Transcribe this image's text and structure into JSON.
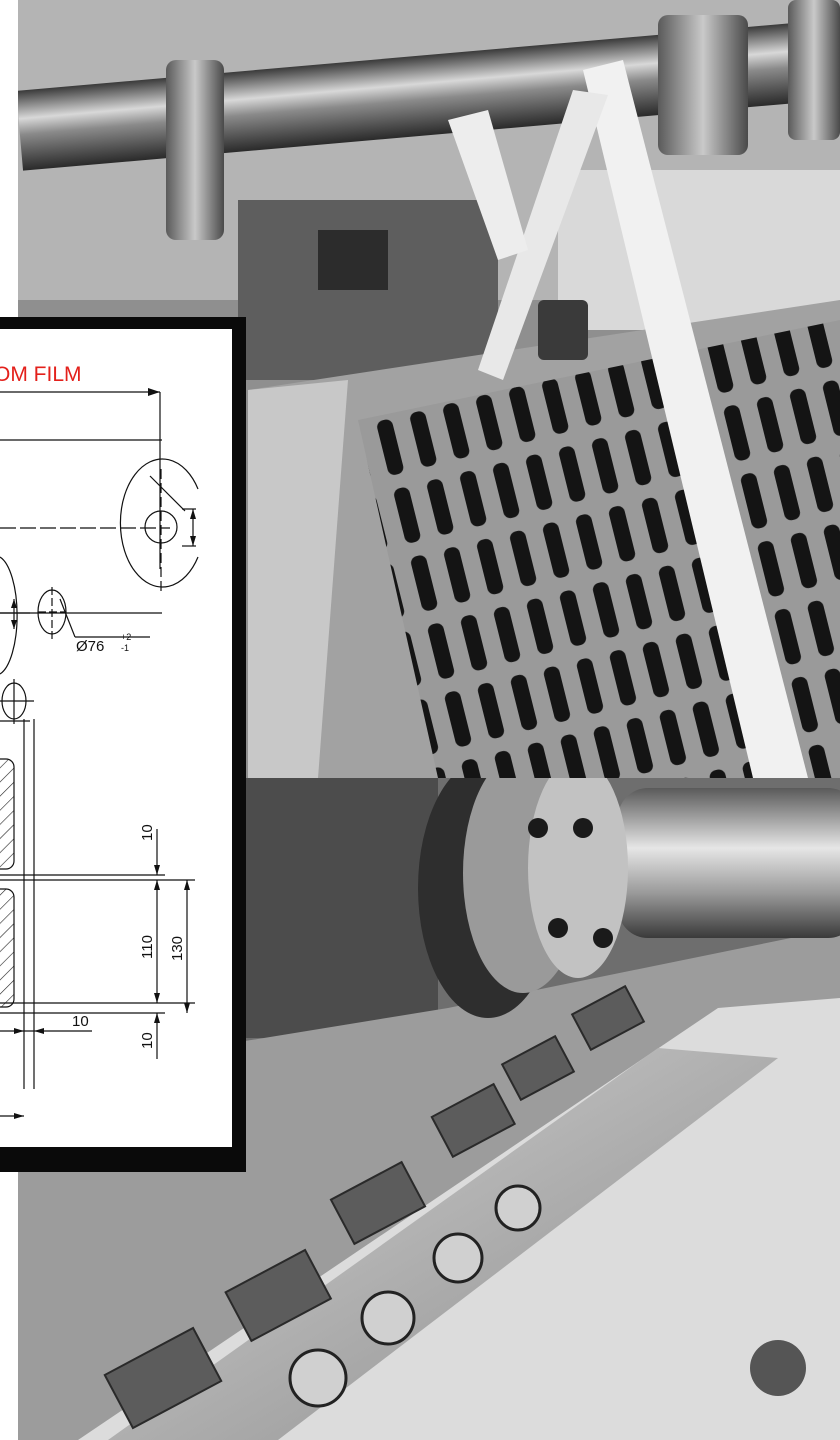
{
  "drawing": {
    "title": "OM FILM",
    "diameter_label": "Ø76",
    "tolerance_upper": "+2",
    "tolerance_lower": "-1",
    "dims": [
      "10",
      "110",
      "130",
      "10",
      "10"
    ]
  },
  "colors": {
    "title_red": "#e3201b",
    "frame_black": "#0a0a0a",
    "line": "#111111"
  }
}
